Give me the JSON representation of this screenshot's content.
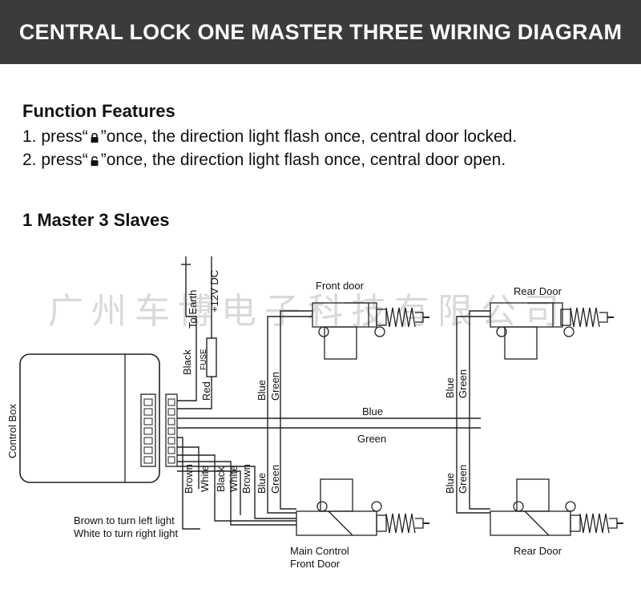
{
  "header": {
    "title": "CENTRAL LOCK ONE MASTER THREE WIRING DIAGRAM"
  },
  "features": {
    "heading": "Function Features",
    "line1_prefix": "1. press“",
    "line1_suffix": "”once, the direction light flash once, central door locked.",
    "line2_prefix": "2. press“",
    "line2_suffix": "”once, the direction light flash once, central door open.",
    "line1_icon": "lock-closed-icon",
    "line2_icon": "lock-open-icon"
  },
  "diagram": {
    "heading": "1 Master 3 Slaves",
    "watermark": "广州车博电子科技有限公司",
    "control_box": "Control Box",
    "power": {
      "earth": "To Earth",
      "dc": "+12V DC",
      "fuse": "FUSE"
    },
    "top_wires": {
      "black": "Black",
      "red": "Red"
    },
    "bus_wires": {
      "blue": "Blue",
      "green": "Green"
    },
    "bottom_wires": {
      "brown": "Brown",
      "white": "White",
      "black": "Black",
      "white2": "White",
      "brown2": "Brown",
      "blue": "Blue",
      "green": "Green"
    },
    "actuator_wires": {
      "blue": "Blue",
      "green": "Green"
    },
    "doors": {
      "front": "Front door",
      "rear_top": "Rear Door",
      "rear_bottom": "Rear Door",
      "master_line1": "Main Control",
      "master_line2": "Front Door"
    },
    "notes": {
      "brown": "Brown to turn left light",
      "white": "White to turn right light"
    }
  }
}
